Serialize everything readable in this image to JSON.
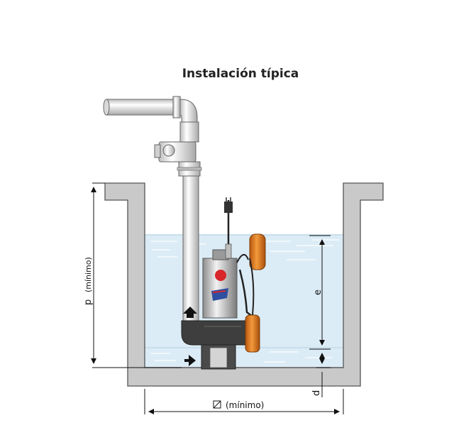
{
  "title": "Instalación típica",
  "labels": {
    "p": "p",
    "p_min": "(mínimo)",
    "e": "e",
    "d": "d",
    "width_min": "(mínimo)"
  },
  "colors": {
    "water": "#dcecf6",
    "pit_wall": "#c9c9c9",
    "pipe": "#e6e6e6",
    "pump_dark": "#4a4a4a",
    "float": "#e07a1c",
    "arrow": "#111111"
  }
}
